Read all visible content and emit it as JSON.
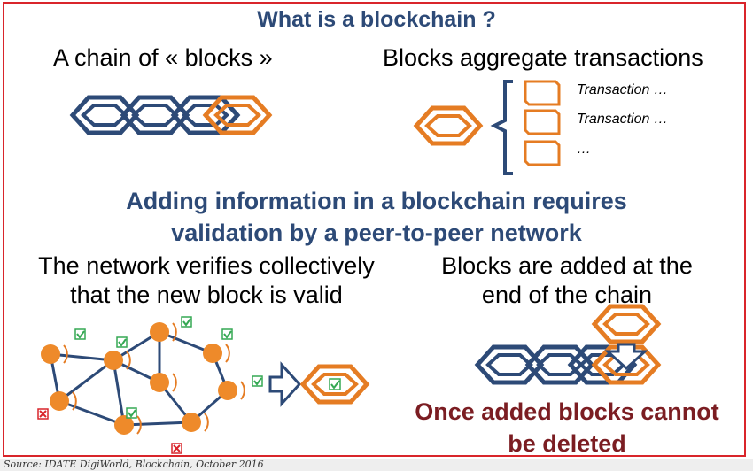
{
  "title": "What is a blockchain ?",
  "chain_section": {
    "heading": "A chain of « blocks »"
  },
  "transactions_section": {
    "heading": "Blocks aggregate transactions",
    "items": [
      "Transaction …",
      "Transaction …",
      "…"
    ]
  },
  "requirement": {
    "line1": "Adding information in a blockchain requires",
    "line2": "validation by a peer-to-peer network"
  },
  "network_section": {
    "line1": "The network verifies collectively",
    "line2": "that the new block is valid"
  },
  "added_section": {
    "line1": "Blocks are added at the",
    "line2": "end of the chain"
  },
  "immutable_note": {
    "line1": "Once added blocks cannot",
    "line2": "be deleted"
  },
  "source": "Source: IDATE DigiWorld, Blockchain, October 2016",
  "colors": {
    "title_blue": "#2d4a77",
    "chain_blue": "#2d4a77",
    "block_orange": "#e57c23",
    "node_orange": "#ee8a2a",
    "check_green": "#35a853",
    "cross_red": "#d9252b",
    "note_dark_red": "#7b1d22",
    "frame_red": "#d9252b"
  }
}
